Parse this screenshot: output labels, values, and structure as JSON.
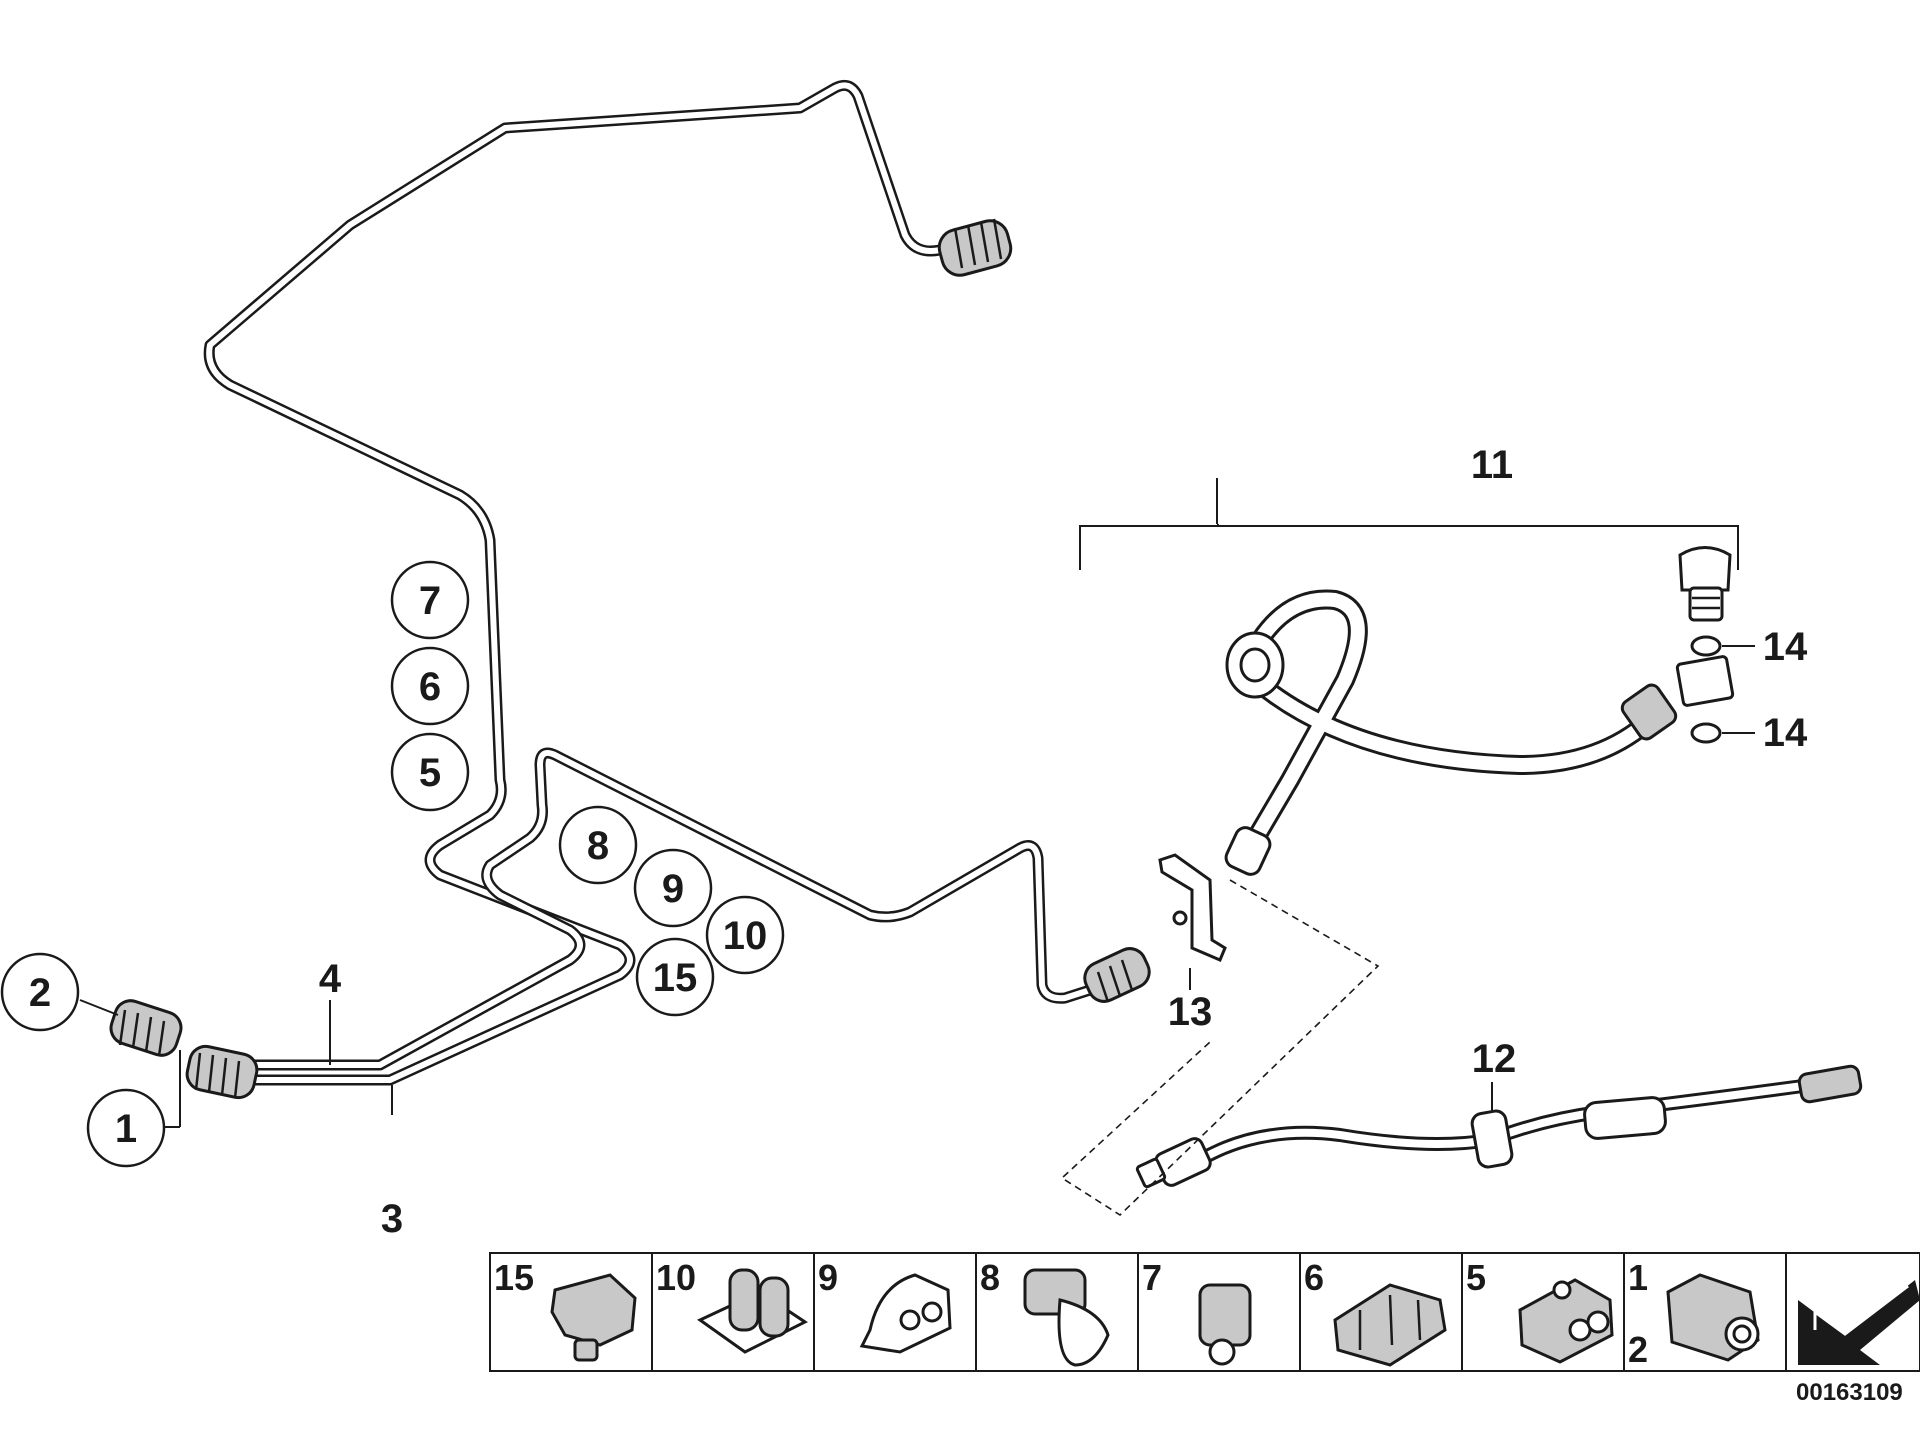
{
  "callouts": {
    "c1": "1",
    "c2": "2",
    "c3": "3",
    "c4": "4",
    "c5": "5",
    "c6": "6",
    "c7": "7",
    "c8": "8",
    "c9": "9",
    "c10": "10",
    "c11": "11",
    "c12": "12",
    "c13": "13",
    "c14a": "14",
    "c14b": "14",
    "c15": "15"
  },
  "legend": [
    {
      "label": "15"
    },
    {
      "label": "10"
    },
    {
      "label": "9"
    },
    {
      "label": "8"
    },
    {
      "label": "7"
    },
    {
      "label": "6"
    },
    {
      "label": "5"
    },
    {
      "label": "1",
      "label2": "2"
    }
  ],
  "diagram_id": "00163109"
}
